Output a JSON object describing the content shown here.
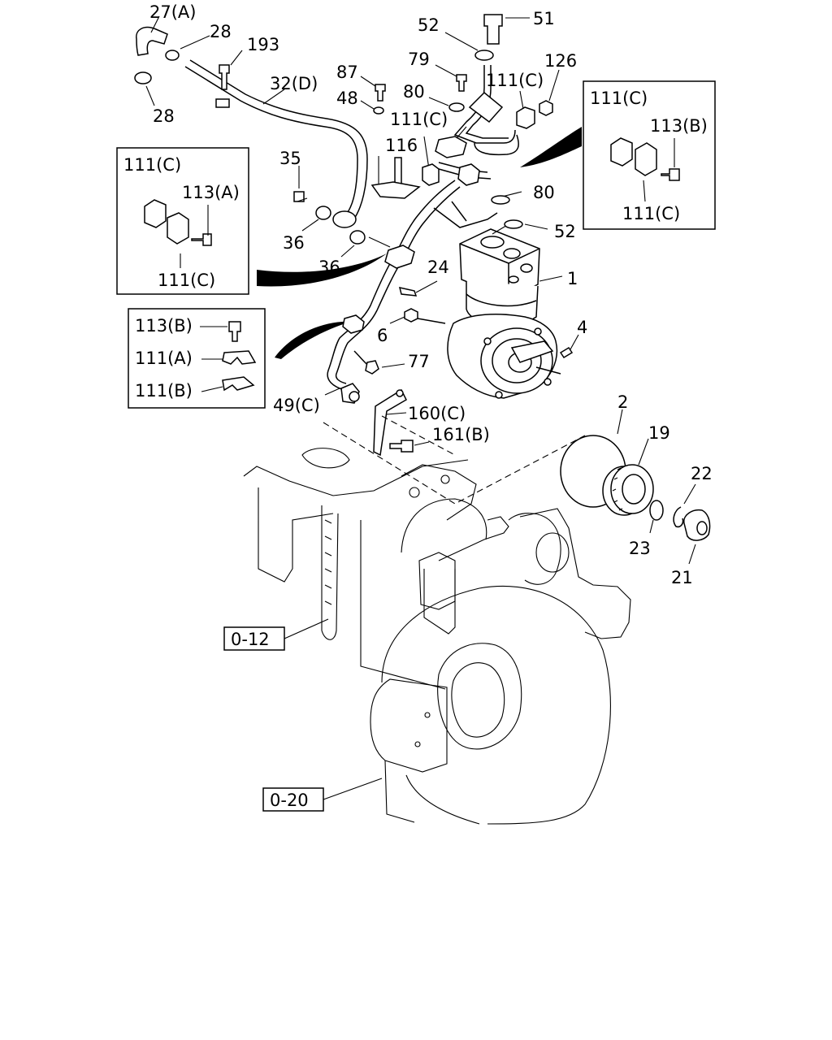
{
  "callouts": {
    "c27a": "27(A)",
    "c28a": "28",
    "c28b": "28",
    "c193": "193",
    "c32d": "32(D)",
    "c87": "87",
    "c48": "48",
    "c79": "79",
    "c80a": "80",
    "c52a": "52",
    "c51": "51",
    "c111c_a": "111(C)",
    "c111c_b": "111(C)",
    "c126": "126",
    "c116": "116",
    "c35": "35",
    "c36a": "36",
    "c36b": "36",
    "c80b": "80",
    "c52b": "52",
    "c24": "24",
    "c1": "1",
    "c6": "6",
    "c4": "4",
    "c77": "77",
    "c49c": "49(C)",
    "c160c": "160(C)",
    "c161b": "161(B)",
    "c2": "2",
    "c19": "19",
    "c22": "22",
    "c23": "23",
    "c21": "21"
  },
  "inset_left_top": {
    "top": "111(C)",
    "side": "113(A)",
    "bottom": "111(C)"
  },
  "inset_left_bottom": {
    "a": "113(B)",
    "b": "111(A)",
    "c": "111(B)"
  },
  "inset_right": {
    "top": "111(C)",
    "side": "113(B)",
    "bottom": "111(C)"
  },
  "references": {
    "ref_012": "0-12",
    "ref_020": "0-20"
  }
}
